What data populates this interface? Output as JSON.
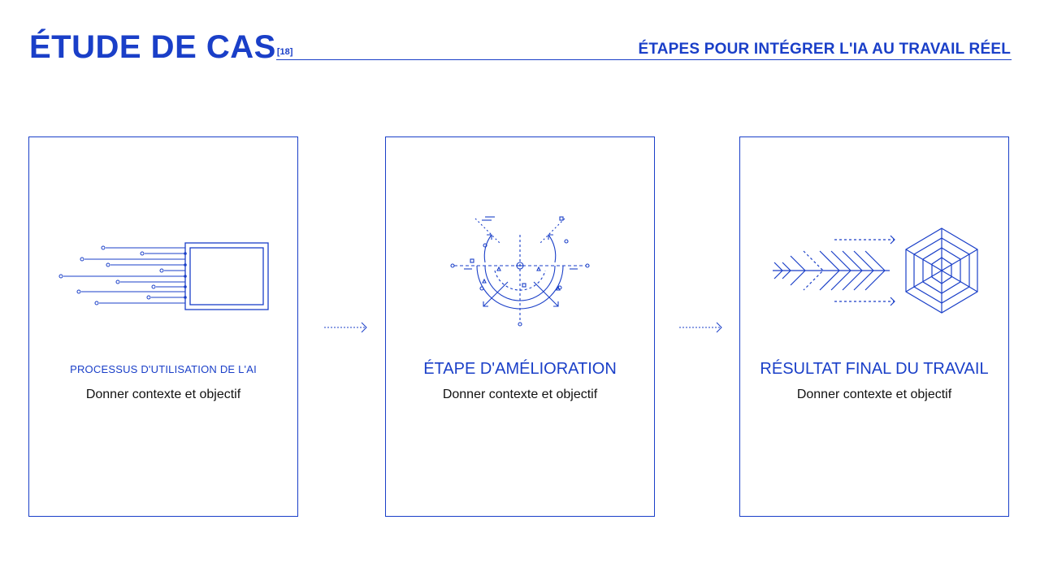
{
  "header": {
    "title": "ÉTUDE DE CAS",
    "citation": "[18]",
    "subtitle": "ÉTAPES POUR INTÉGRER L'IA AU TRAVAIL RÉEL"
  },
  "cards": [
    {
      "title": "PROCESSUS D'UTILISATION DE L'AI",
      "description": "Donner contexte et objectif",
      "icon": "data-stream-screen-icon"
    },
    {
      "title": "ÉTAPE D'AMÉLIORATION",
      "description": "Donner contexte et objectif",
      "icon": "crosshair-cycle-icon"
    },
    {
      "title": "RÉSULTAT FINAL DU TRAVAIL",
      "description": "Donner contexte et objectif",
      "icon": "chevrons-hexagon-icon"
    }
  ],
  "colors": {
    "accent": "#1a3fc8",
    "text": "#111111",
    "background": "#ffffff"
  }
}
